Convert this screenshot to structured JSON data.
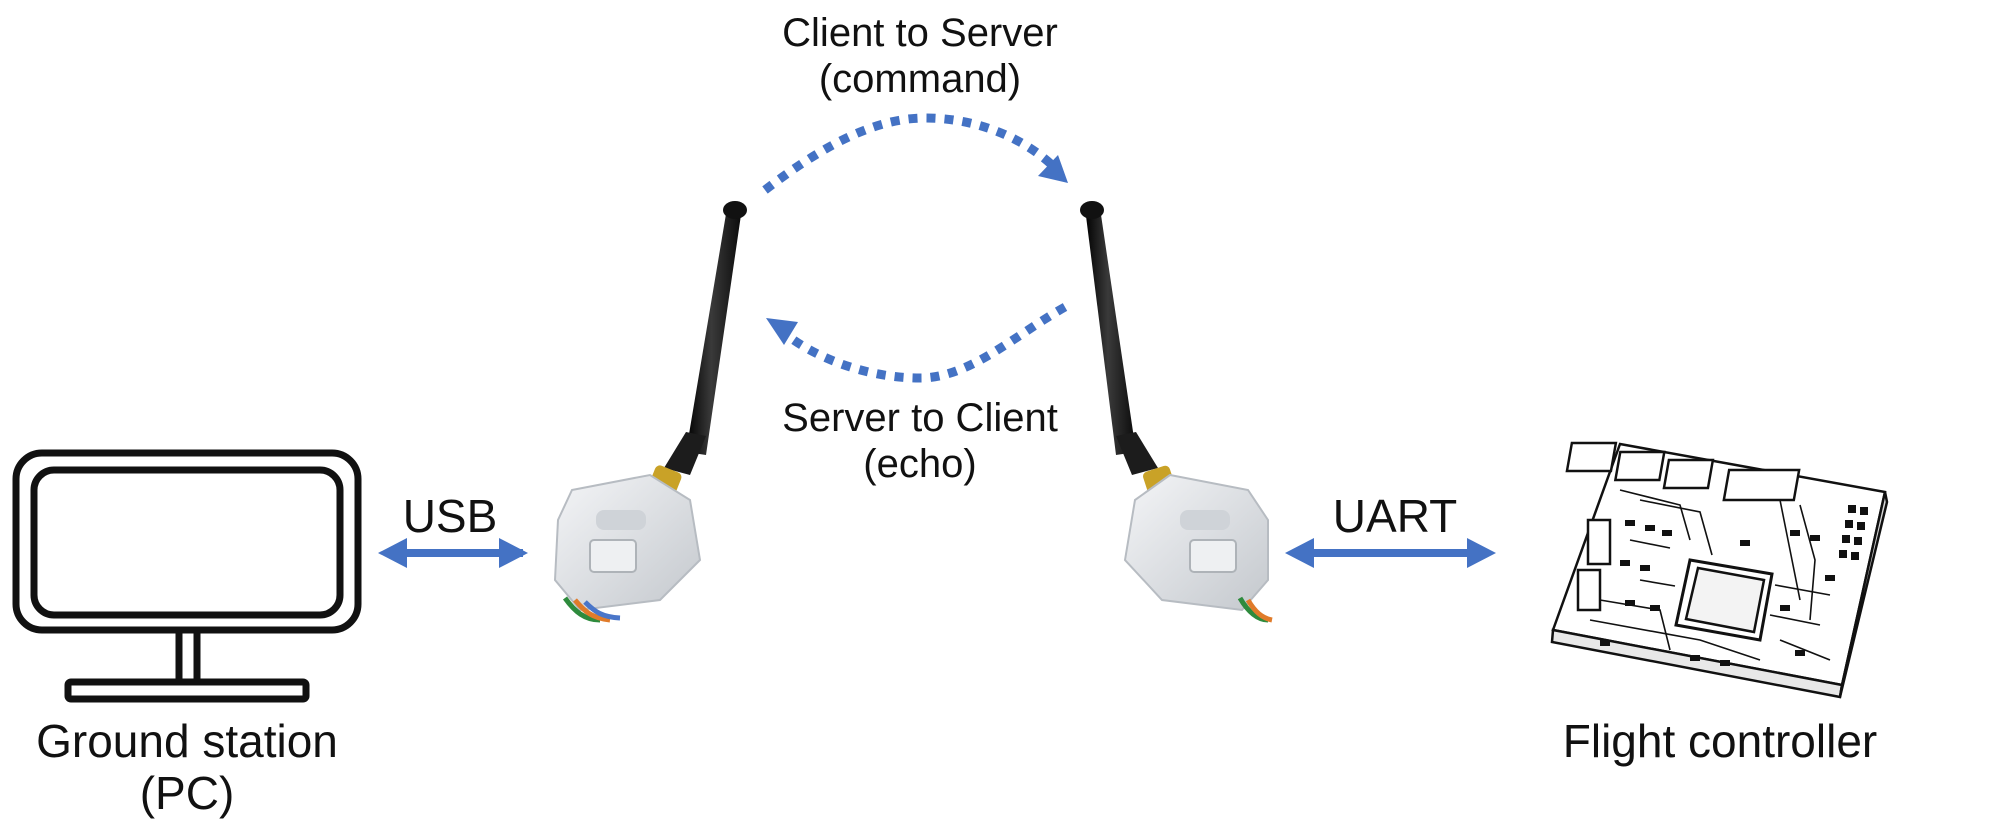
{
  "labels": {
    "client_to_server_line1": "Client to Server",
    "client_to_server_line2": "(command)",
    "server_to_client_line1": "Server to Client",
    "server_to_client_line2": "(echo)",
    "usb": "USB",
    "uart": "UART",
    "ground_station_line1": "Ground station",
    "ground_station_line2": "(PC)",
    "flight_controller": "Flight controller"
  },
  "colors": {
    "arrow": "#4472c4",
    "outline": "#111111",
    "antenna": "#1a1a1a",
    "module": "#dfe2e6",
    "connector": "#c9a227"
  },
  "icons": [
    "monitor-icon",
    "radio-module-icon",
    "flight-controller-board-icon"
  ]
}
